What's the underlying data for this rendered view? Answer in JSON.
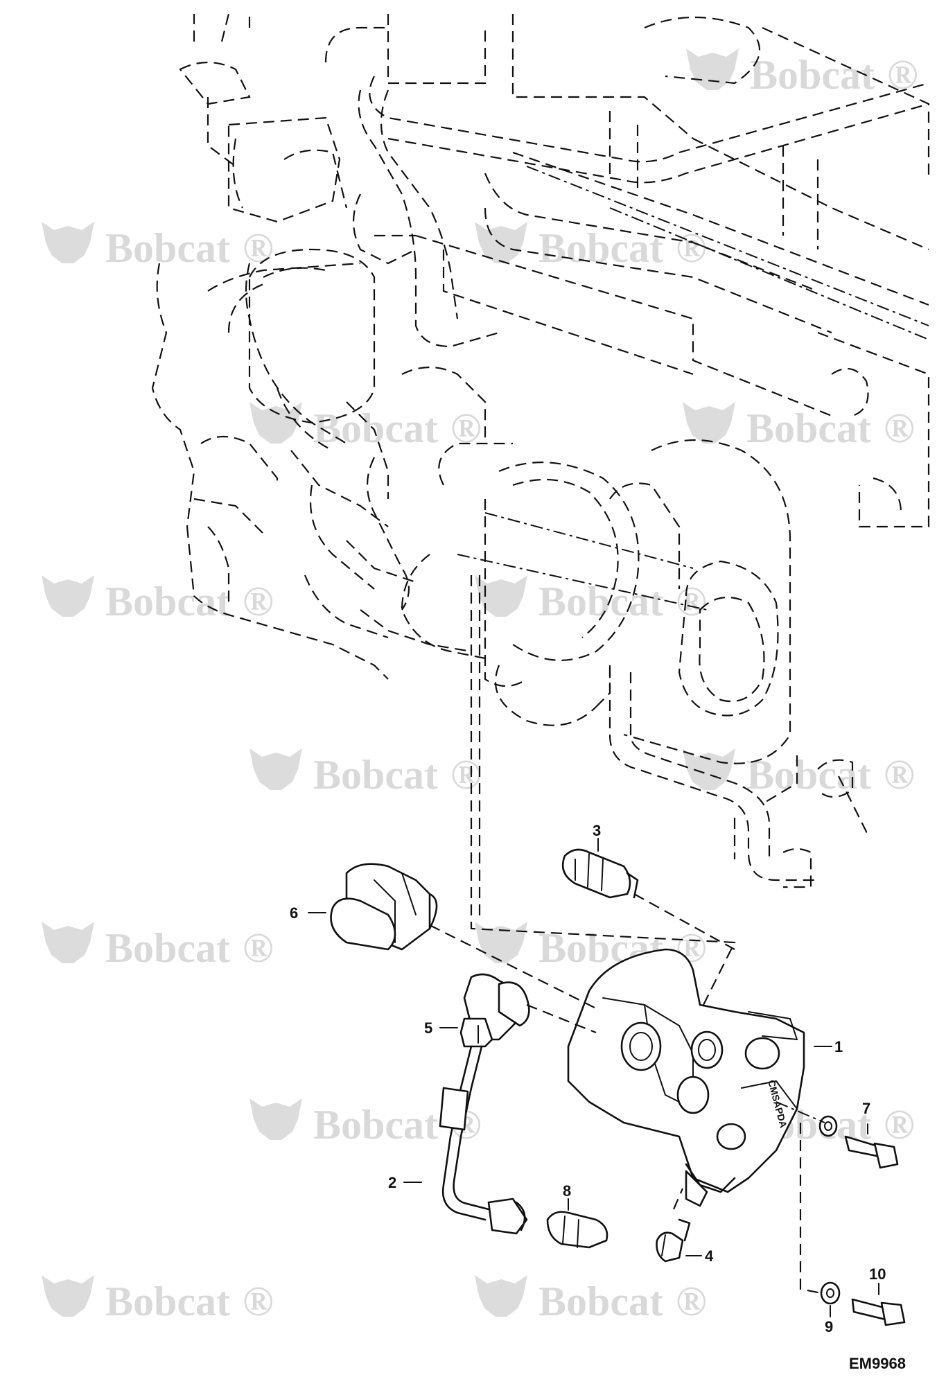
{
  "watermark": {
    "brand": "Bobcat",
    "registered_mark": "®"
  },
  "diagram_code": "EM9968",
  "pump_marking": "CMSAPDA",
  "callouts": [
    {
      "id": "1",
      "label": "1"
    },
    {
      "id": "2",
      "label": "2"
    },
    {
      "id": "3",
      "label": "3"
    },
    {
      "id": "4",
      "label": "4"
    },
    {
      "id": "5",
      "label": "5"
    },
    {
      "id": "6",
      "label": "6"
    },
    {
      "id": "7",
      "label": "7"
    },
    {
      "id": "8",
      "label": "8"
    },
    {
      "id": "9",
      "label": "9"
    },
    {
      "id": "10",
      "label": "10"
    }
  ]
}
